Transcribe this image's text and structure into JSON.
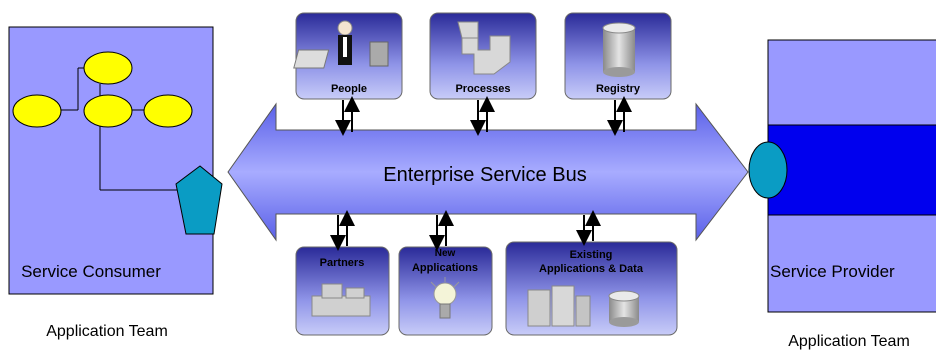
{
  "bus": {
    "label": "Enterprise Service Bus"
  },
  "top_boxes": [
    {
      "label": "People",
      "icon": "people-icon"
    },
    {
      "label": "Processes",
      "icon": "processes-icon"
    },
    {
      "label": "Registry",
      "icon": "registry-icon"
    }
  ],
  "bottom_boxes": [
    {
      "label": "Partners",
      "icon": "partners-icon"
    },
    {
      "label_line1": "New",
      "label_line2": "Applications",
      "icon": "lightbulb-icon"
    },
    {
      "label_line1": "Existing",
      "label_line2": "Applications & Data",
      "icon": "servers-icon"
    }
  ],
  "consumer": {
    "label": "Service Consumer",
    "team": "Application Team"
  },
  "provider": {
    "label": "Service Provider",
    "team": "Application Team"
  },
  "colors": {
    "panel": "#9999ff",
    "provider_band": "#0000ee",
    "bus": "#8a90ff",
    "node": "#ffff00",
    "connector": "#0a9cc4",
    "box_dark": "#2c2c9c",
    "box_light": "#b0b8f4"
  }
}
